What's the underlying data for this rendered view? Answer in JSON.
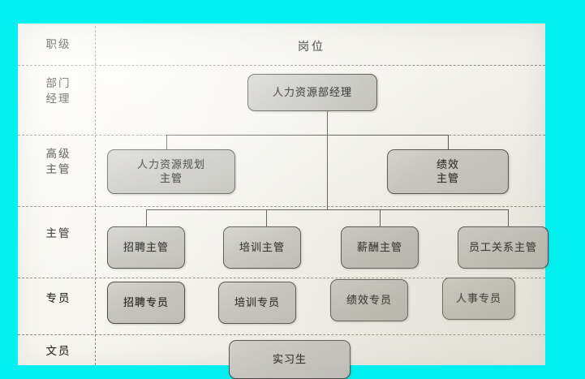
{
  "document": {
    "kind": "organization-chart",
    "header_label": "岗位",
    "rank_column_header": "职级"
  },
  "rows": [
    {
      "id": "header",
      "label": "职级"
    },
    {
      "id": "dept-manager",
      "label": "部门\n经理",
      "line1": "部门",
      "line2": "经理"
    },
    {
      "id": "senior-super",
      "label": "高级\n主管",
      "line1": "高级",
      "line2": "主管"
    },
    {
      "id": "supervisor",
      "label": "主管",
      "line1": "主管",
      "line2": ""
    },
    {
      "id": "specialist",
      "label": "专员",
      "line1": "专员",
      "line2": ""
    },
    {
      "id": "clerk",
      "label": "文员",
      "line1": "文员",
      "line2": ""
    }
  ],
  "nodes": {
    "hr_manager": "人力资源部经理",
    "hr_planning_l1": "人力资源规划",
    "hr_planning_l2": "主管",
    "performance_l1": "绩效",
    "performance_l2": "主管",
    "recruit_super": "招聘主管",
    "training_super": "培训主管",
    "comp_super": "薪酬主管",
    "employee_rel_super": "员工关系主管",
    "recruit_spec": "招聘专员",
    "training_spec": "培训专员",
    "performance_spec": "绩效专员",
    "hr_affairs_spec": "人事专员",
    "intern": "实习生"
  },
  "colors": {
    "background": "#03f0f1",
    "paper": "#f6f5f0",
    "box_fill": "#c5c4bf",
    "box_border": "#4a4945",
    "ink": "#2b2a26",
    "rule": "#7c7a70"
  }
}
